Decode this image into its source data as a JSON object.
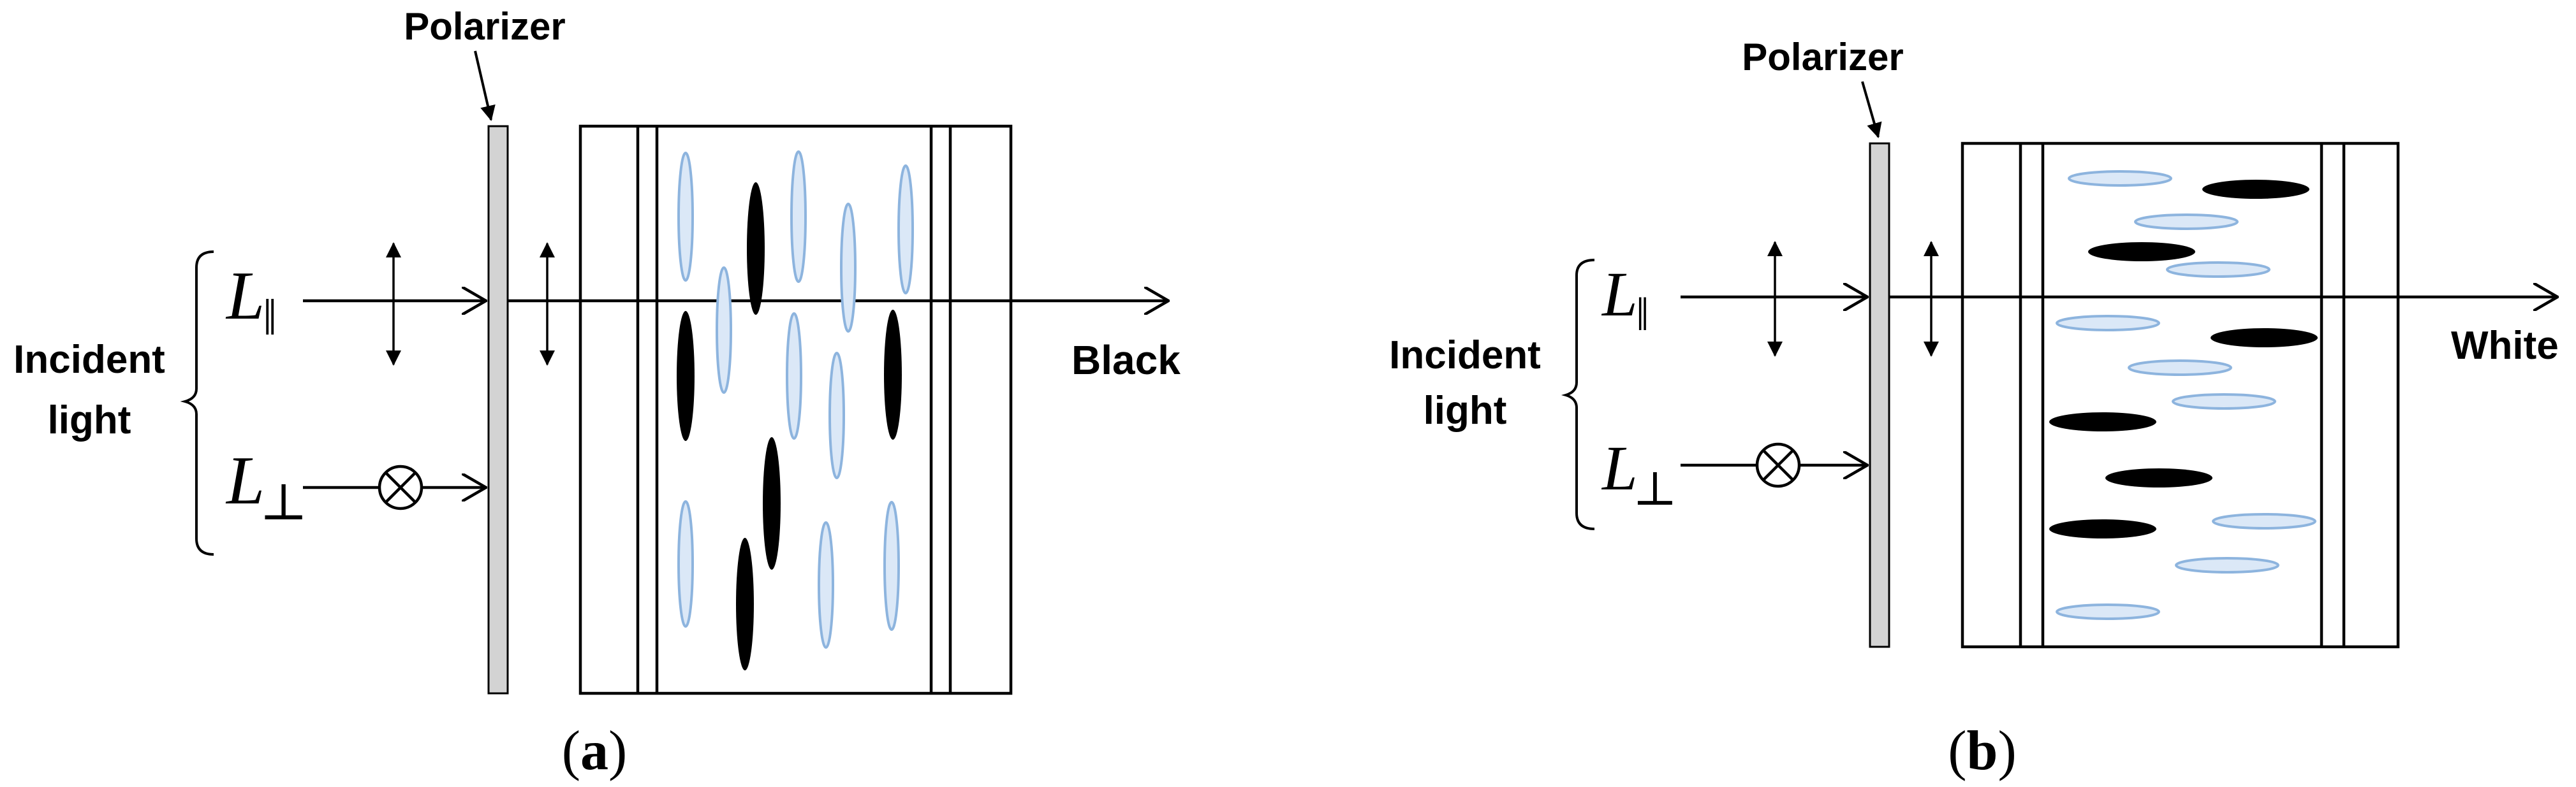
{
  "panels": [
    {
      "id": "a",
      "polarizer_label": "Polarizer",
      "incident_label_line1": "Incident",
      "incident_label_line2": "light",
      "l_parallel_symbol": "L",
      "l_parallel_subscript": "‖",
      "l_perp_symbol": "L",
      "l_perp_subscript": "⊥",
      "output_label": "Black",
      "caption_open": "(",
      "caption_letter": "a",
      "caption_close": ")",
      "molecule_orientation": "vertical"
    },
    {
      "id": "b",
      "polarizer_label": "Polarizer",
      "incident_label_line1": "Incident",
      "incident_label_line2": "light",
      "l_parallel_symbol": "L",
      "l_parallel_subscript": "‖",
      "l_perp_symbol": "L",
      "l_perp_subscript": "⊥",
      "output_label": "White",
      "caption_open": "(",
      "caption_letter": "b",
      "caption_close": ")",
      "molecule_orientation": "horizontal"
    }
  ],
  "colors": {
    "polarizer_fill": "#d3d3d3",
    "molecule_light_fill": "#dbe8f7",
    "molecule_light_stroke": "#8db4de",
    "molecule_dark_fill": "#000000"
  }
}
